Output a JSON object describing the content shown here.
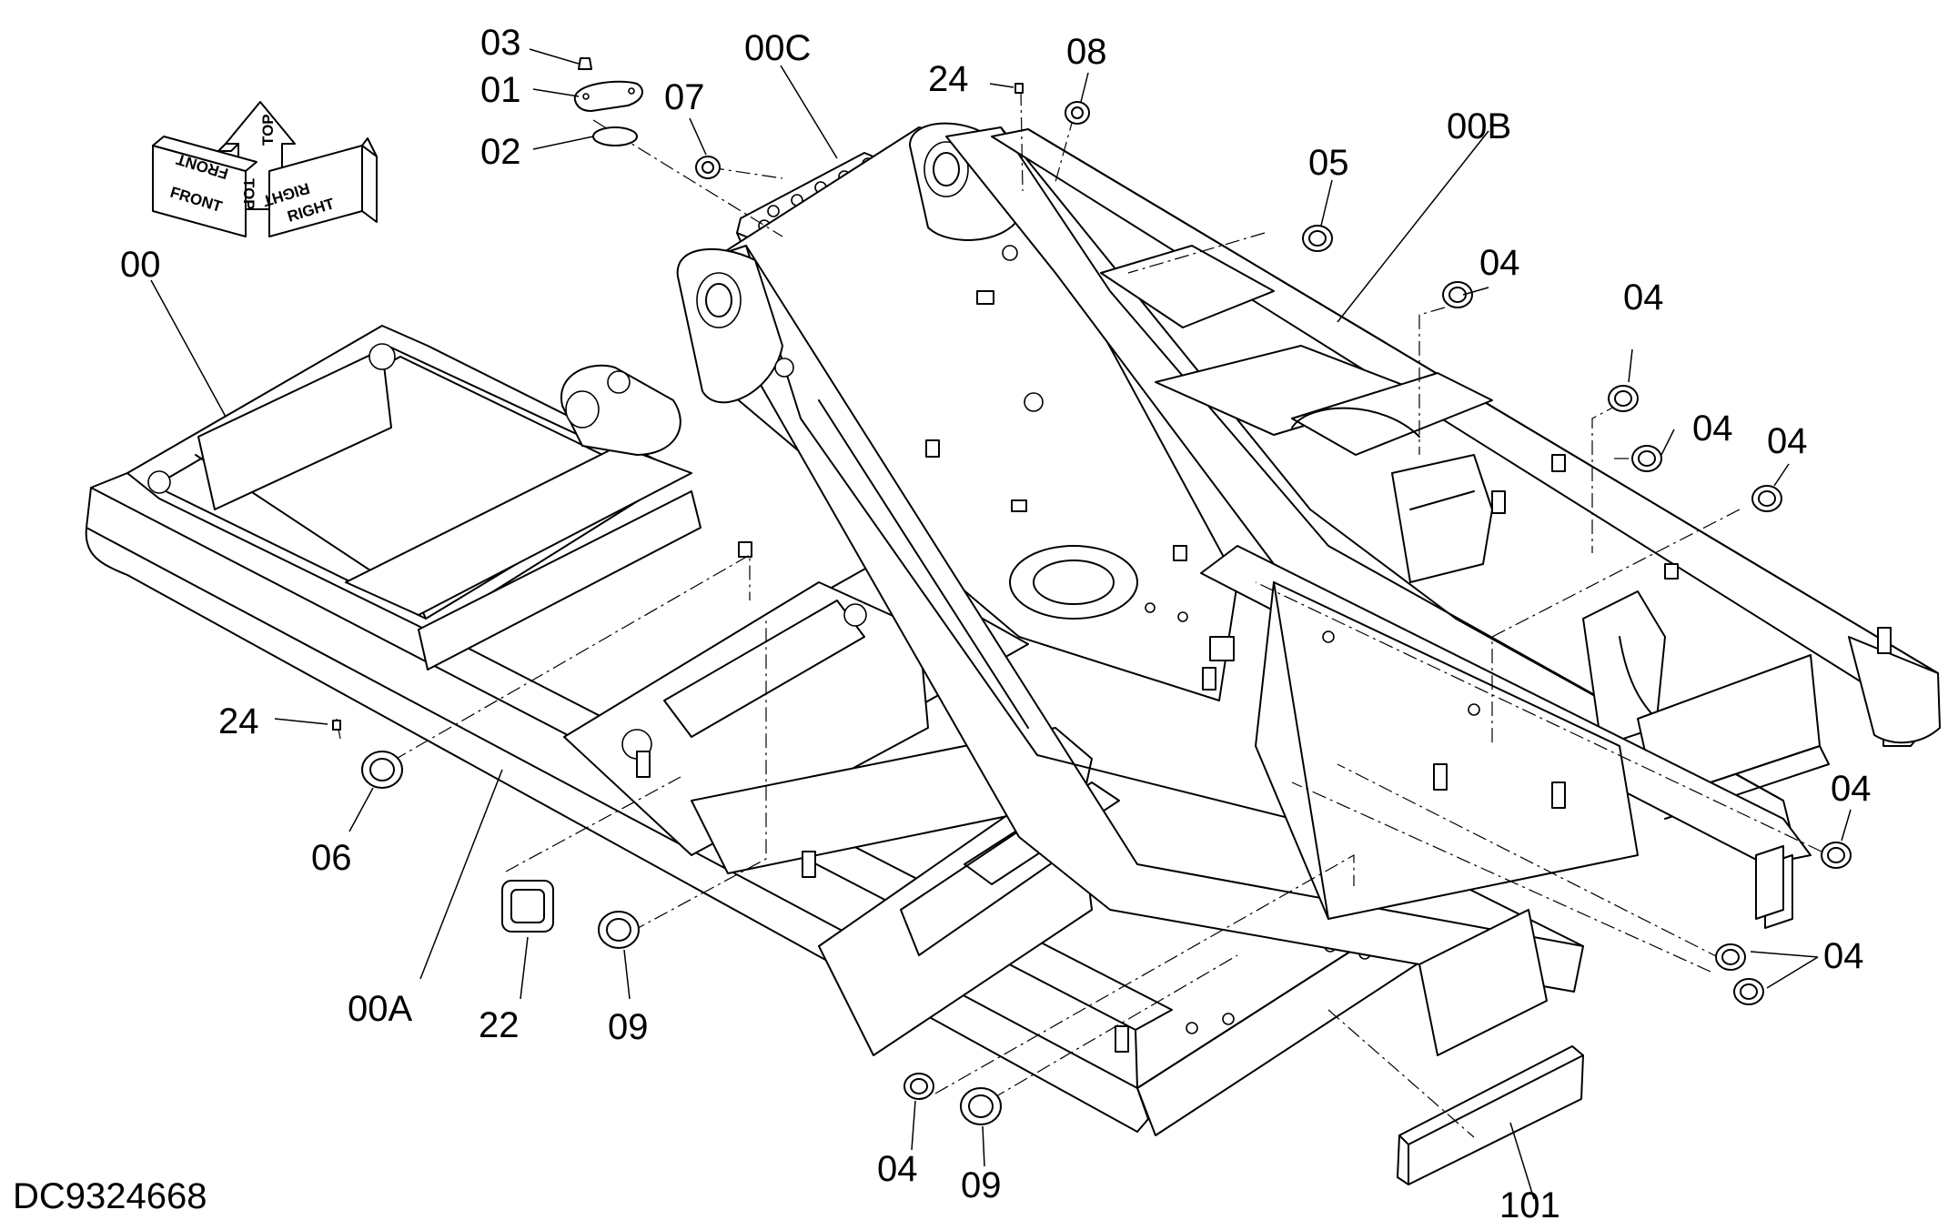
{
  "drawing_id": "DC9324668",
  "orientation": {
    "front": "FRONT",
    "top": "TOP",
    "right": "RIGHT"
  },
  "callouts": {
    "c03": "03",
    "c01": "01",
    "c02": "02",
    "c00C": "00C",
    "c07": "07",
    "c24_top": "24",
    "c08": "08",
    "c05": "05",
    "c00B": "00B",
    "c04_a": "04",
    "c04_b": "04",
    "c04_c": "04",
    "c04_d": "04",
    "c04_e": "04",
    "c04_f": "04",
    "c04_g": "04",
    "c00": "00",
    "c24_left": "24",
    "c06": "06",
    "c00A": "00A",
    "c22": "22",
    "c09_a": "09",
    "c09_b": "09",
    "c101": "101"
  }
}
